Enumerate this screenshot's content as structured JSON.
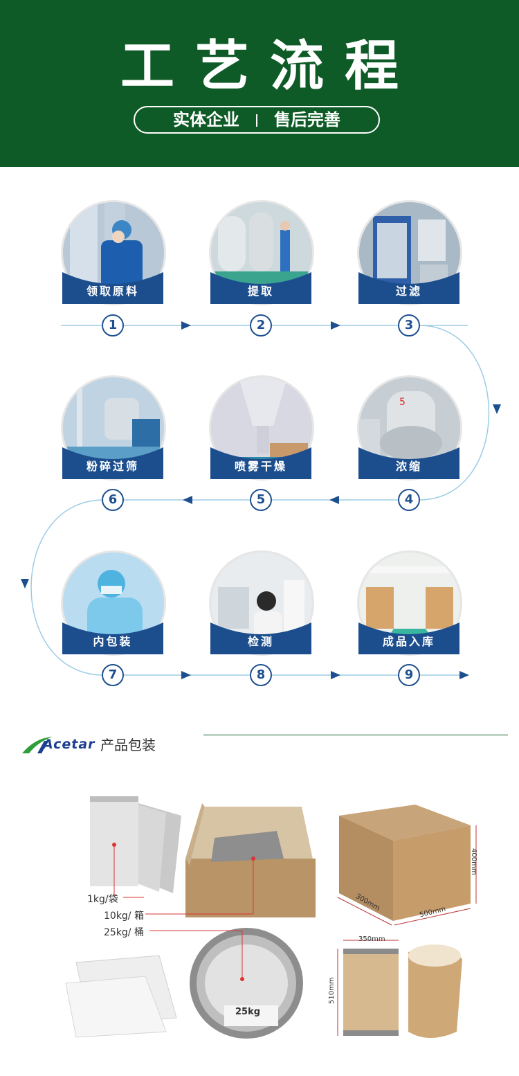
{
  "header": {
    "title": "工艺流程",
    "slogan_left": "实体企业",
    "slogan_right": "售后完善"
  },
  "process": {
    "steps": [
      {
        "num": "1",
        "label": "领取原料"
      },
      {
        "num": "2",
        "label": "提取"
      },
      {
        "num": "3",
        "label": "过滤"
      },
      {
        "num": "4",
        "label": "浓缩"
      },
      {
        "num": "5",
        "label": "喷雾干燥"
      },
      {
        "num": "6",
        "label": "粉碎过筛"
      },
      {
        "num": "7",
        "label": "内包装"
      },
      {
        "num": "8",
        "label": "检测"
      },
      {
        "num": "9",
        "label": "成品入库"
      }
    ]
  },
  "packaging": {
    "brand": "Acetar",
    "title": "产品包装",
    "labels": {
      "bag": "1kg/袋",
      "box": "10kg/ 箱",
      "drum": "25kg/ 桶",
      "drum_tag": "25kg"
    },
    "dimensions": {
      "box_h": "400mm",
      "box_d": "300mm",
      "box_w": "500mm",
      "drum_w": "350mm",
      "drum_h": "510mm"
    }
  },
  "colors": {
    "header_green": "#0f5b27",
    "ribbon_blue": "#1c4e8e",
    "flow_line": "#9ccbe6",
    "number_border": "#1d4f8f"
  }
}
